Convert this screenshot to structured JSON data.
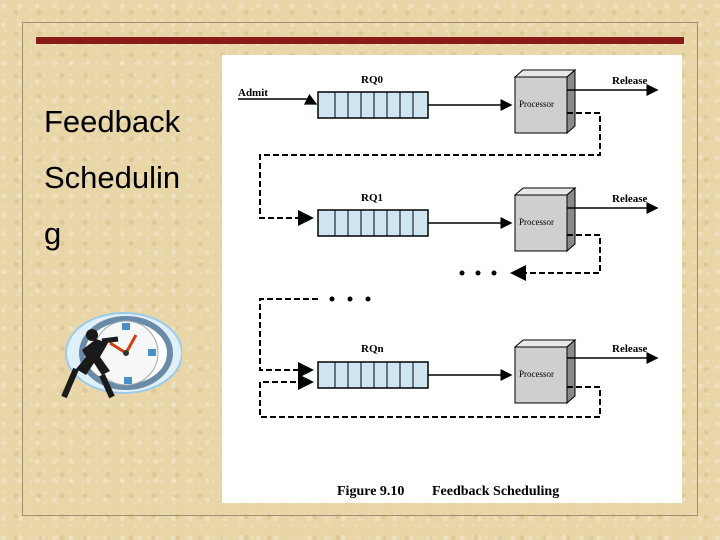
{
  "slide": {
    "title": "Feedback Schedulin g"
  },
  "diagram": {
    "admit_label": "Admit",
    "queues": [
      {
        "label": "RQ0",
        "processor": "Processor",
        "release": "Release"
      },
      {
        "label": "RQ1",
        "processor": "Processor",
        "release": "Release"
      },
      {
        "label": "RQn",
        "processor": "Processor",
        "release": "Release"
      }
    ],
    "caption_number": "Figure 9.10",
    "caption_text": "Feedback Scheduling"
  },
  "colors": {
    "title_rule": "#8b1a1a",
    "queue_fill": "#cfe6f2",
    "processor_fill": "#cfcfcf"
  },
  "icons": {
    "clipart": "running-man-clock-icon"
  }
}
